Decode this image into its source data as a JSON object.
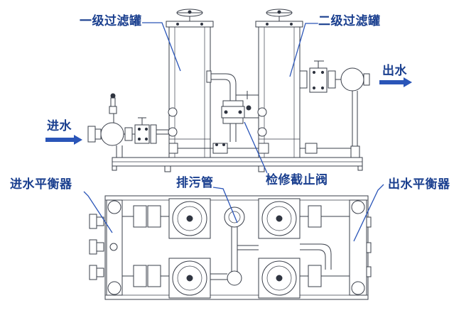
{
  "labels": {
    "filter1": "一级过滤罐",
    "filter2": "二级过滤罐",
    "inlet": "进水",
    "outlet": "出水",
    "inlet_balancer": "进水平衡器",
    "drain_pipe": "排污管",
    "check_valve": "检修截止阀",
    "outlet_balancer": "出水平衡器"
  },
  "colors": {
    "label_blue": "#1a3f8f",
    "leader_blue": "#2a55b8",
    "line_dark": "#3a3f4a"
  }
}
